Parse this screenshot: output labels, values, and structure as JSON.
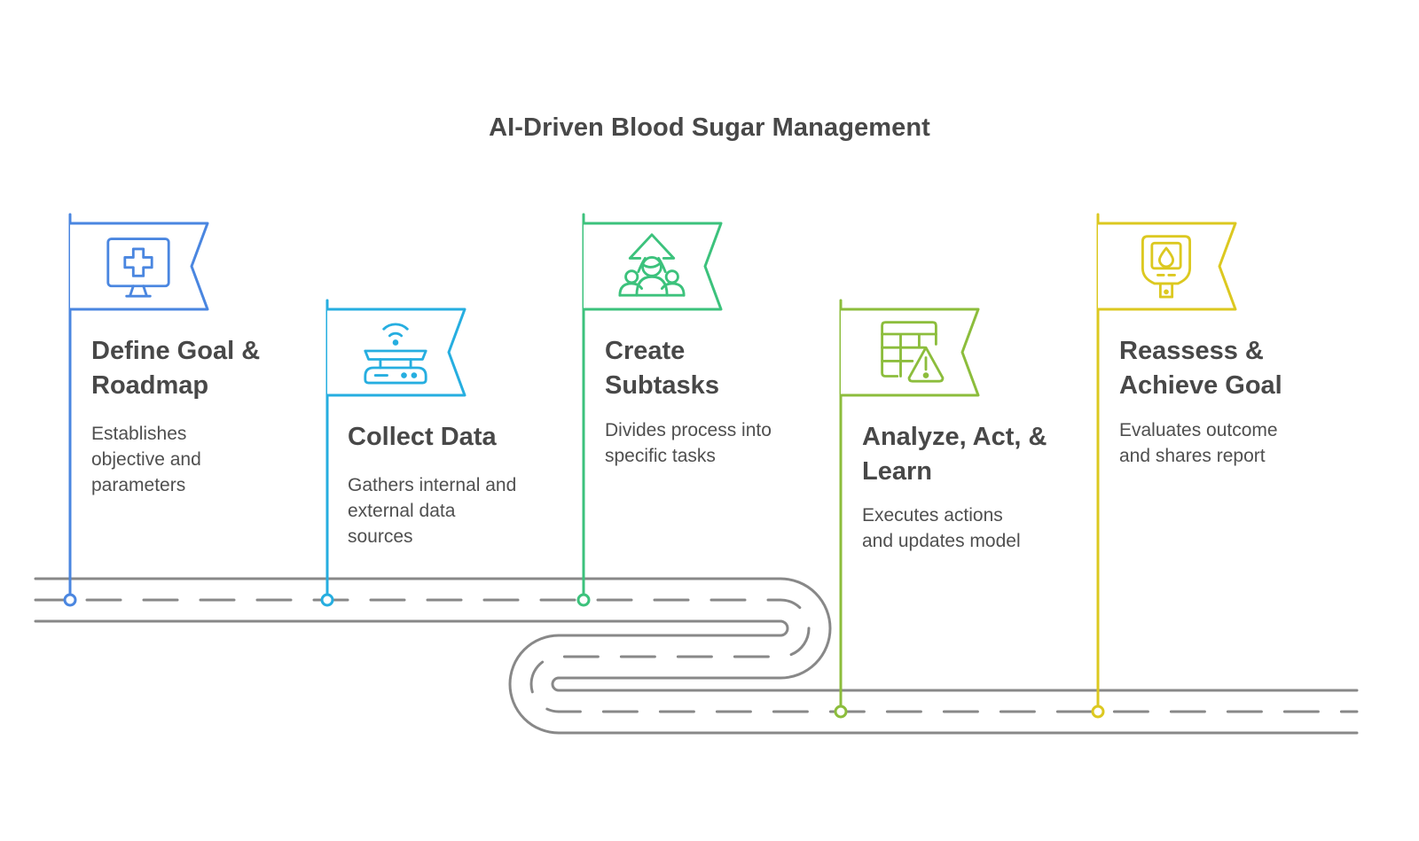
{
  "title": "AI-Driven Blood Sugar Management",
  "colors": {
    "road": "#888888",
    "text": "#484848"
  },
  "steps": [
    {
      "title_line1": "Define Goal &",
      "title_line2": "Roadmap",
      "desc_line1": "Establishes",
      "desc_line2": "objective and",
      "desc_line3": "parameters",
      "icon": "monitor-medical-cross-icon",
      "color": "#4a86e0"
    },
    {
      "title_line1": "Collect Data",
      "title_line2": "",
      "desc_line1": "Gathers internal and",
      "desc_line2": "external data",
      "desc_line3": "sources",
      "icon": "smart-scale-wifi-icon",
      "color": "#26aee0"
    },
    {
      "title_line1": "Create",
      "title_line2": "Subtasks",
      "desc_line1": "Divides process into",
      "desc_line2": "specific tasks",
      "desc_line3": "",
      "icon": "team-growth-arrow-icon",
      "color": "#3cc27c"
    },
    {
      "title_line1": "Analyze, Act, &",
      "title_line2": "Learn",
      "desc_line1": "Executes actions",
      "desc_line2": "and updates model",
      "desc_line3": "",
      "icon": "spreadsheet-warning-icon",
      "color": "#8cbd3c"
    },
    {
      "title_line1": "Reassess &",
      "title_line2": "Achieve Goal",
      "desc_line1": "Evaluates outcome",
      "desc_line2": "and shares report",
      "desc_line3": "",
      "icon": "glucose-meter-icon",
      "color": "#dcc820"
    }
  ]
}
